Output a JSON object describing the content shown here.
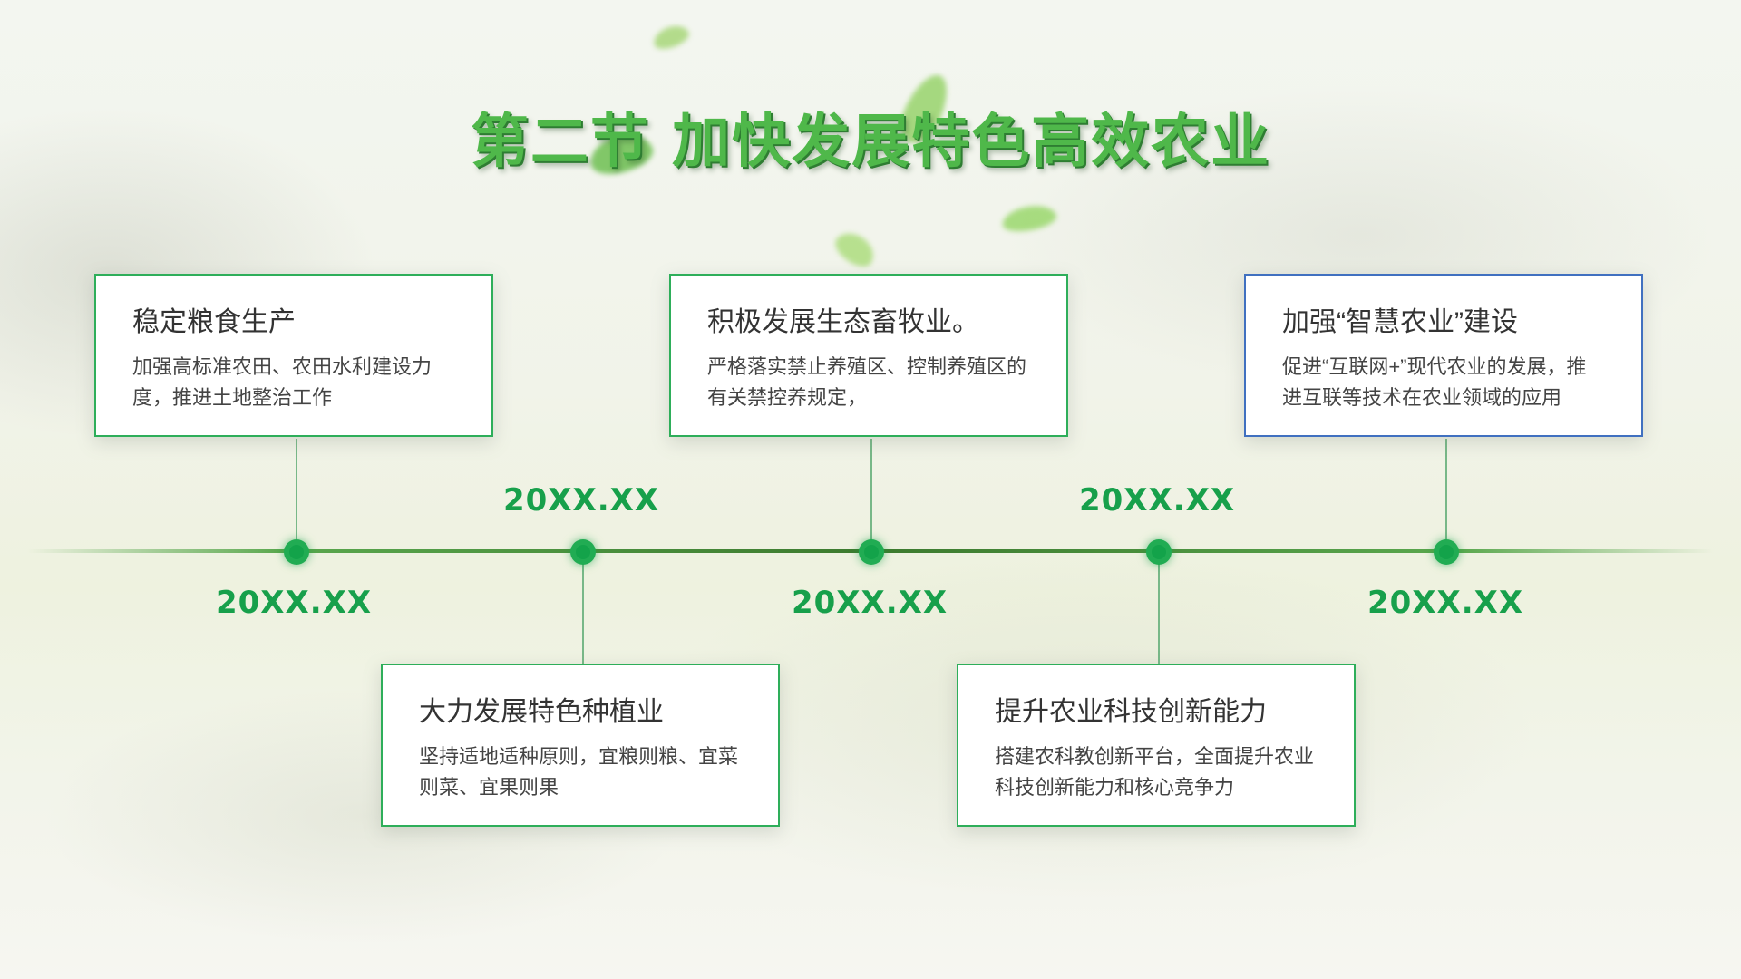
{
  "page": {
    "title": "第二节 加快发展特色高效农业"
  },
  "colors": {
    "accent_green": "#17a04b",
    "title_green": "#4fb84a",
    "card_border_green": "#2eae5a",
    "card_border_blue": "#4070c0"
  },
  "timeline": [
    {
      "date": "20XX.XX",
      "title": "稳定粮食生产",
      "desc": "加强高标准农田、农田水利建设力度，推进土地整治工作"
    },
    {
      "date": "20XX.XX",
      "title": "大力发展特色种植业",
      "desc": "坚持适地适种原则，宜粮则粮、宜菜则菜、宜果则果"
    },
    {
      "date": "20XX.XX",
      "title": "积极发展生态畜牧业。",
      "desc": "严格落实禁止养殖区、控制养殖区的有关禁控养规定，"
    },
    {
      "date": "20XX.XX",
      "title": "提升农业科技创新能力",
      "desc": "搭建农科教创新平台，全面提升农业科技创新能力和核心竞争力"
    },
    {
      "date": "20XX.XX",
      "title": "加强“智慧农业”建设",
      "desc": "促进“互联网+”现代农业的发展，推进互联等技术在农业领域的应用"
    }
  ]
}
